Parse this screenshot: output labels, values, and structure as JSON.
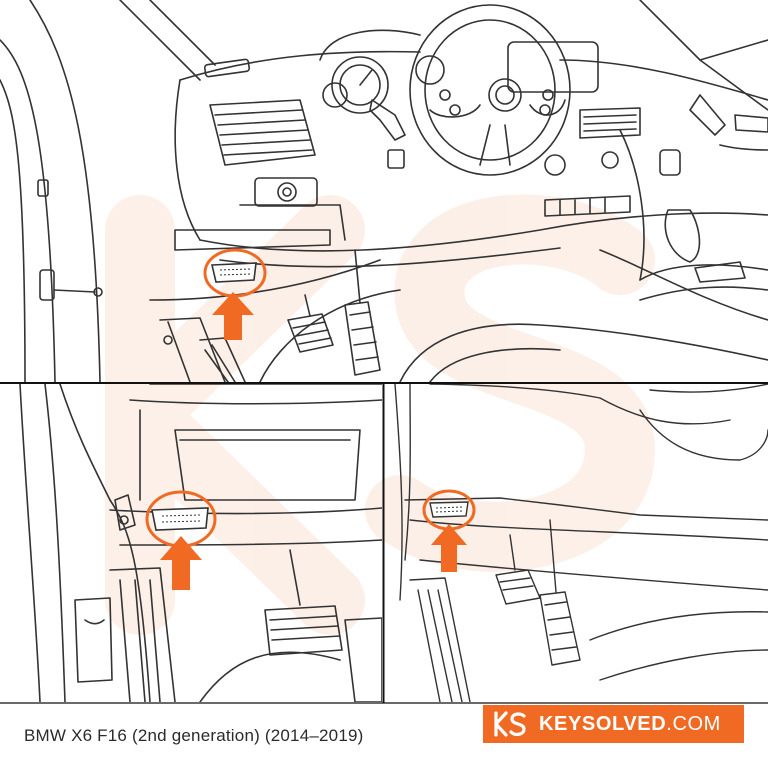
{
  "caption": "BMW X6 F16 (2nd generation) (2014–2019)",
  "brand": {
    "name_bold": "KEYSOLVED",
    "name_light": ".COM",
    "logo_icon": "ks-logo-icon",
    "color": "#f06a24"
  },
  "panels": [
    {
      "id": "main",
      "view": "driver footwell wide view",
      "icon": "obd-port-icon"
    },
    {
      "id": "bottom-left",
      "view": "close-up under dashboard",
      "icon": "obd-port-icon"
    },
    {
      "id": "bottom-right",
      "view": "close-up above pedals",
      "icon": "obd-port-icon"
    }
  ],
  "colors": {
    "highlight": "#f06a24",
    "line": "#333333",
    "watermark": "#fbe3d6"
  }
}
